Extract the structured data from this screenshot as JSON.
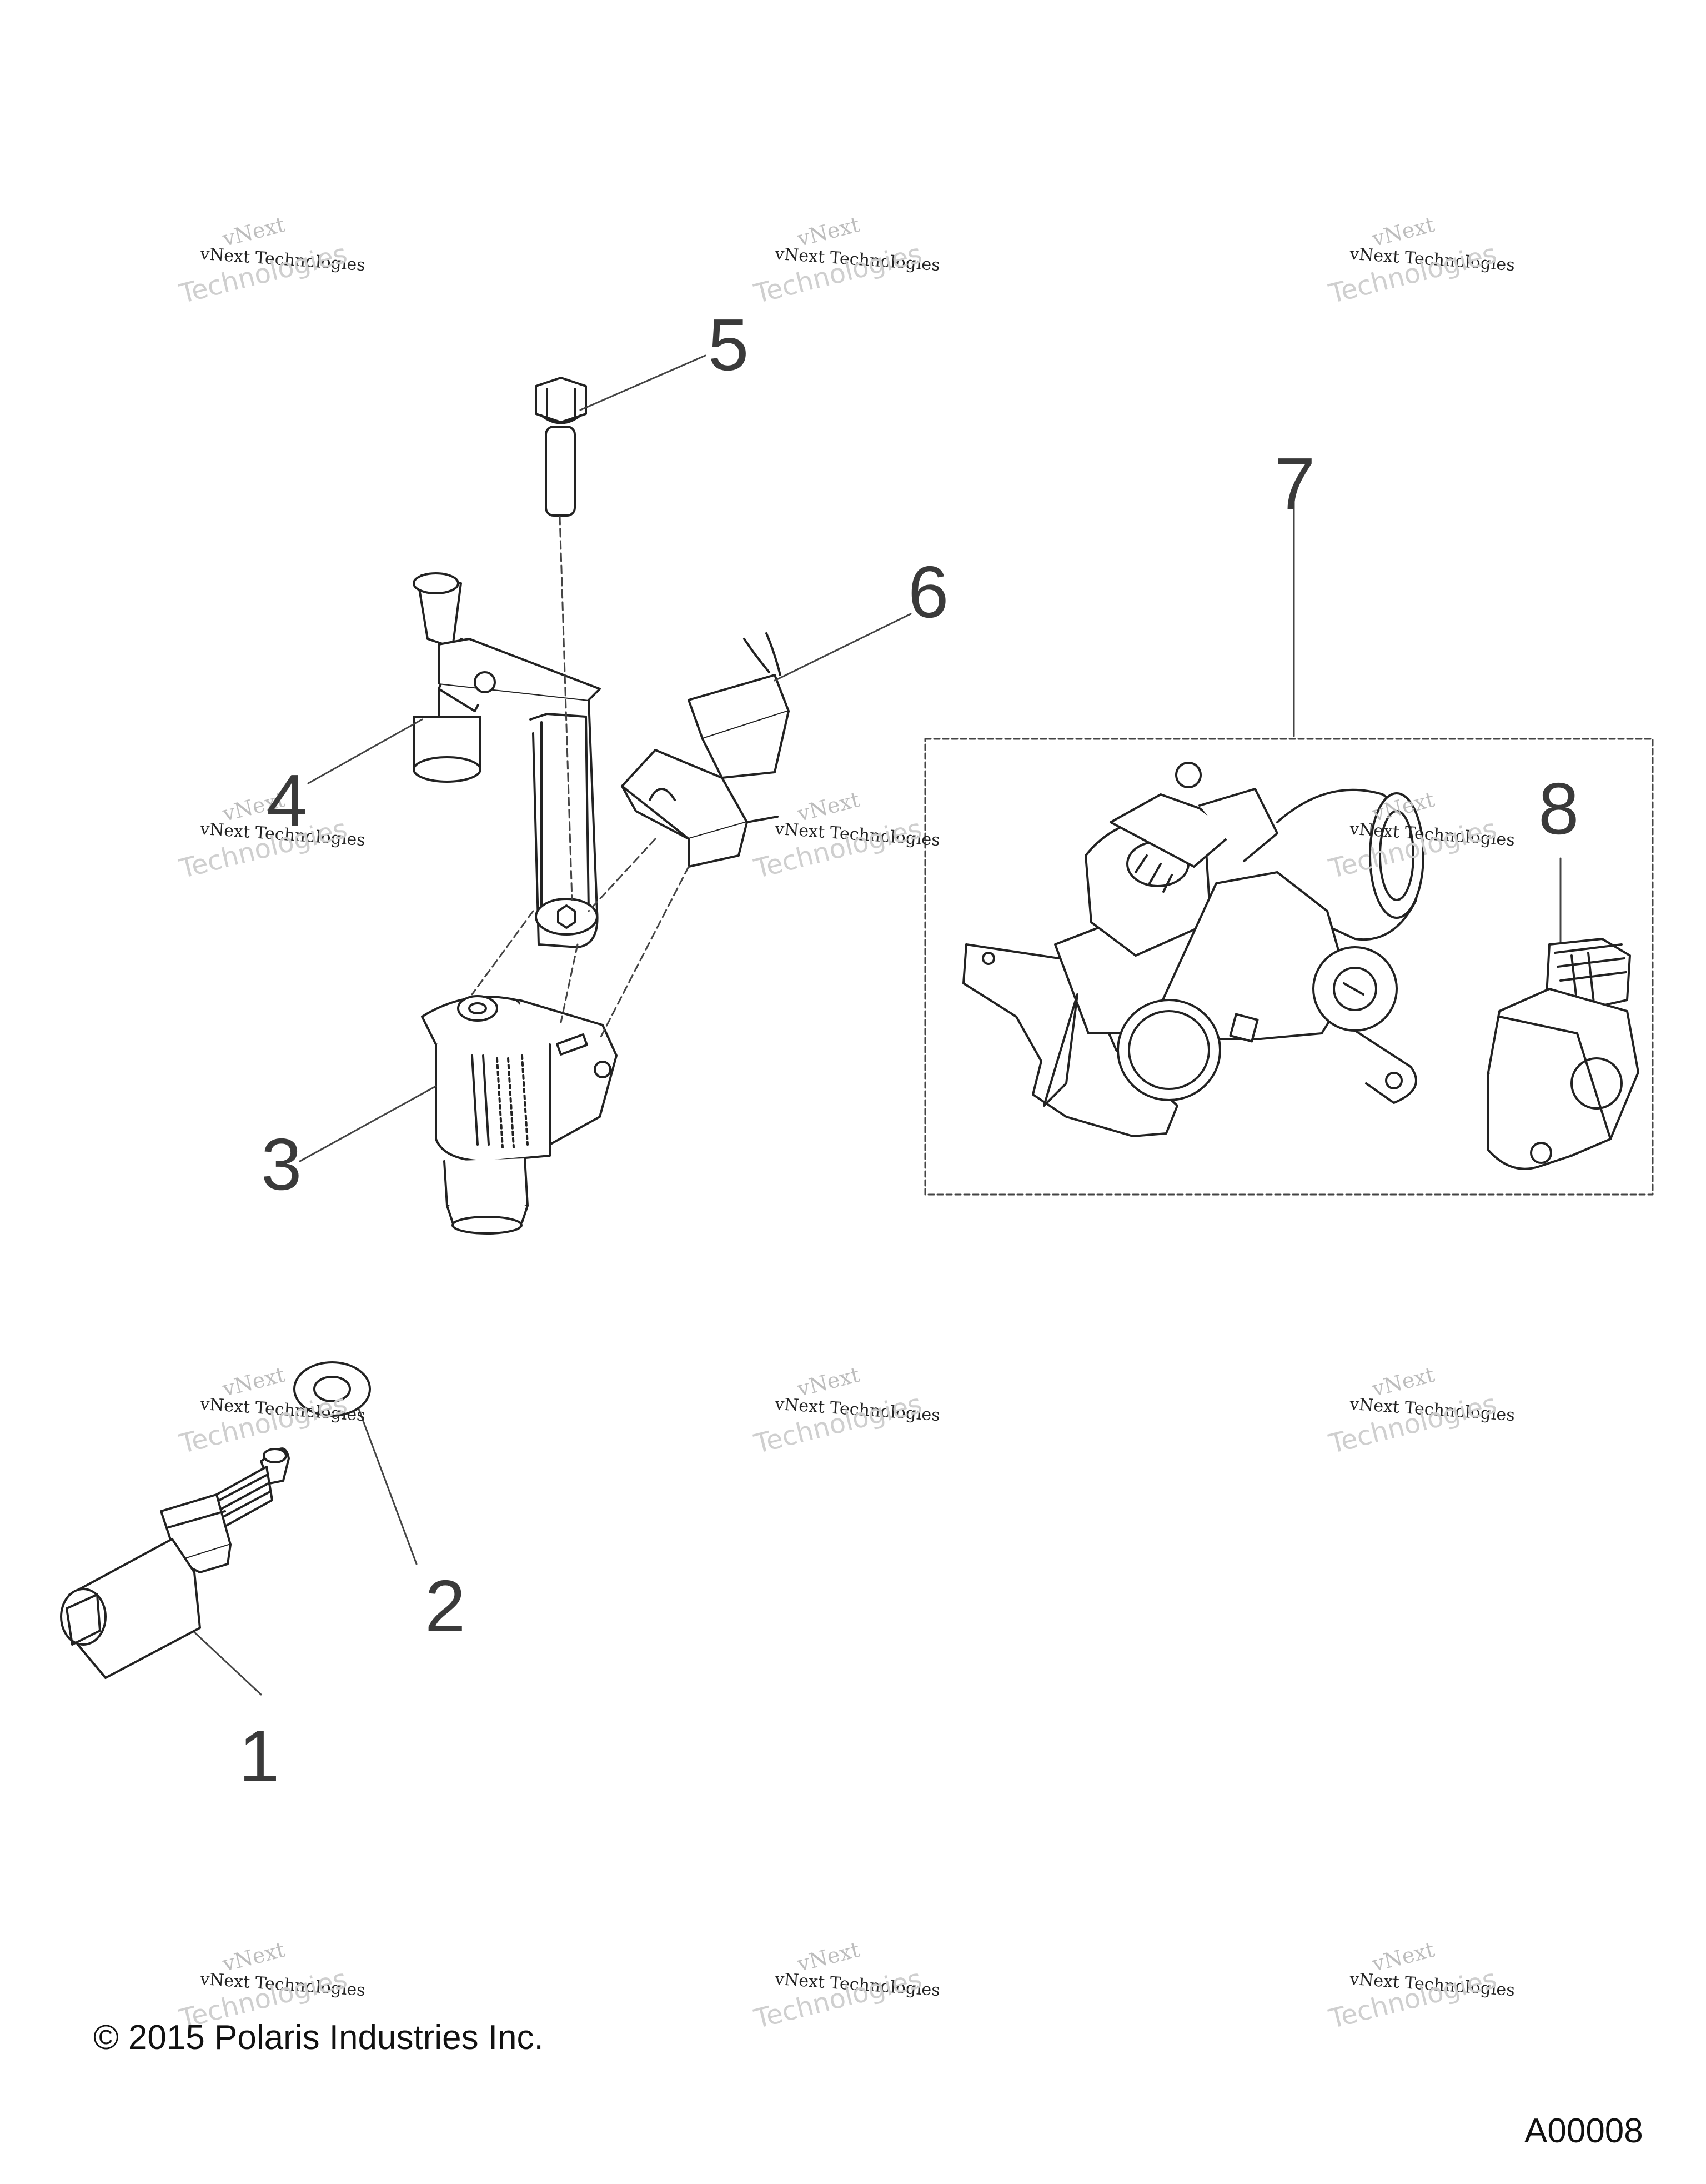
{
  "callouts": [
    {
      "id": "1",
      "label": "1"
    },
    {
      "id": "2",
      "label": "2"
    },
    {
      "id": "3",
      "label": "3"
    },
    {
      "id": "4",
      "label": "4"
    },
    {
      "id": "5",
      "label": "5"
    },
    {
      "id": "6",
      "label": "6"
    },
    {
      "id": "7",
      "label": "7"
    },
    {
      "id": "8",
      "label": "8"
    }
  ],
  "footer": {
    "copyright": "© 2015 Polaris Industries Inc.",
    "figure_code": "A00008"
  },
  "watermark": {
    "line1": "vNext",
    "line2": "vNext Technologies",
    "line3": "Technologies"
  }
}
